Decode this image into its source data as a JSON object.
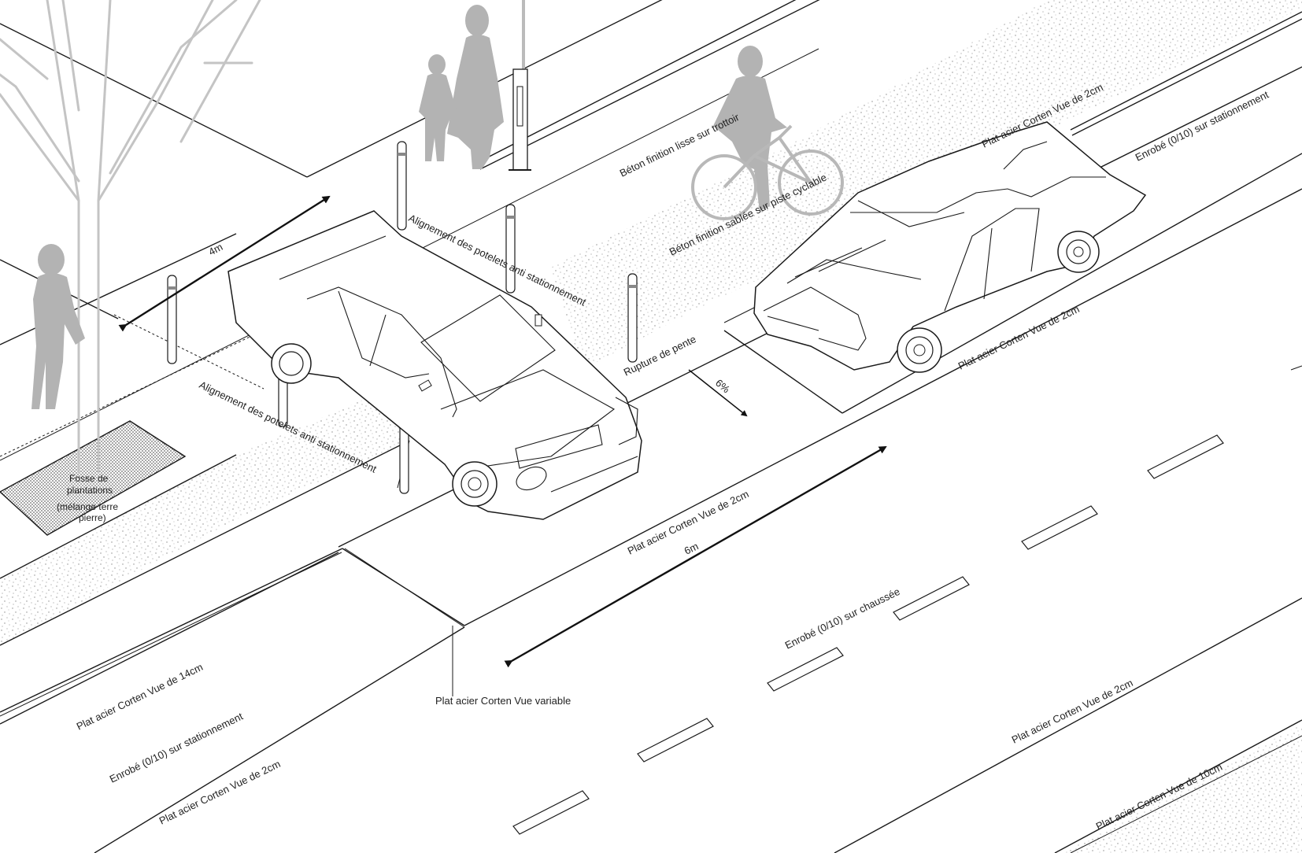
{
  "labels": {
    "beton_lisse": "Béton finition lisse sur trottoir",
    "beton_sable": "Béton finition sablée sur piste cyclable",
    "corten_2cm_top": "Plat acier Corten Vue de 2cm",
    "enrobe_stationnement_right": "Enrobé (0/10) sur stationnement",
    "alignement_top": "Alignement des potelets anti stationnement",
    "alignement_bottom": "Alignement des potelets anti stationnement",
    "rupture_pente": "Rupture de pente",
    "pente": "6%",
    "corten_2cm_mid_right": "Plat acier Corten Vue de 2cm",
    "corten_2cm_mid": "Plat acier Corten Vue de 2cm",
    "six_m": "6m",
    "four_m": "4m",
    "fosse_line1": "Fosse de",
    "fosse_line2": "plantations",
    "fosse_line3": "(mélange terre",
    "fosse_line4": "pierre)",
    "enrobe_chaussee": "Enrobé (0/10) sur chaussée",
    "corten_variable": "Plat acier Corten Vue variable",
    "corten_14cm": "Plat acier Corten Vue de 14cm",
    "enrobe_stationnement_left": "Enrobé (0/10) sur stationnement",
    "corten_2cm_bottom_left": "Plat acier Corten Vue de 2cm",
    "corten_2cm_bottom_right": "Plat acier Corten Vue de 2cm",
    "corten_10cm": "Plat acier Corten Vue de 10cm"
  },
  "colors": {
    "line": "#1a1a1a",
    "silhouette": "#b3b3b3",
    "tree": "#c4c4c4",
    "gravel": "#9a9a9a",
    "background": "#ffffff"
  }
}
